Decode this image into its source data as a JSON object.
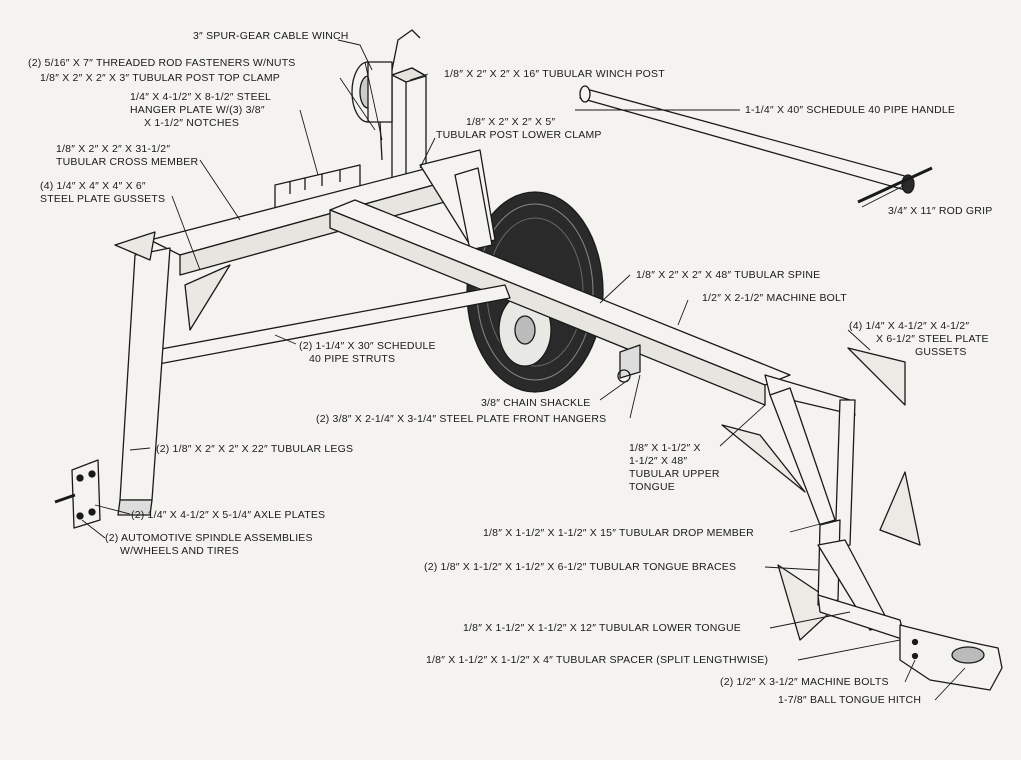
{
  "labels": {
    "cable_winch": "3″ SPUR-GEAR CABLE WINCH",
    "threaded_rod": "(2) 5/16″ X 7″ THREADED ROD FASTENERS W/NUTS",
    "top_clamp": "1/8″ X 2″ X 2″ X 3″ TUBULAR POST TOP CLAMP",
    "winch_post": "1/8″ X 2″ X 2″ X 16″ TUBULAR WINCH POST",
    "hanger_plate_1": "1/4″ X 4-1/2″ X 8-1/2″ STEEL",
    "hanger_plate_2": "HANGER PLATE W/(3) 3/8″",
    "hanger_plate_3": "X 1-1/2″ NOTCHES",
    "pipe_handle": "1-1/4″ X 40″ SCHEDULE 40 PIPE HANDLE",
    "lower_clamp_1": "1/8″ X 2″ X 2″ X 5″",
    "lower_clamp_2": "TUBULAR POST LOWER CLAMP",
    "cross_member_1": "1/8″ X 2″ X 2″ X 31-1/2″",
    "cross_member_2": "TUBULAR CROSS MEMBER",
    "gussets_rear_1": "(4) 1/4″ X 4″ X 4″ X 6″",
    "gussets_rear_2": "STEEL PLATE GUSSETS",
    "rod_grip": "3/4″ X 11″ ROD GRIP",
    "spine": "1/8″ X 2″ X 2″ X 48″ TUBULAR SPINE",
    "machine_bolt": "1/2″ X 2-1/2″ MACHINE BOLT",
    "gussets_front_1": "(4) 1/4″ X 4-1/2″ X 4-1/2″",
    "gussets_front_2": "X 6-1/2″ STEEL PLATE",
    "gussets_front_3": "GUSSETS",
    "pipe_struts_1": "(2) 1-1/4″ X 30″ SCHEDULE",
    "pipe_struts_2": "40 PIPE STRUTS",
    "chain_shackle": "3/8″ CHAIN SHACKLE",
    "front_hangers": "(2) 3/8″ X 2-1/4″ X 3-1/4″ STEEL PLATE FRONT HANGERS",
    "upper_tongue_1": "1/8″ X 1-1/2″ X",
    "upper_tongue_2": "1-1/2″ X 48″",
    "upper_tongue_3": "TUBULAR UPPER",
    "upper_tongue_4": "TONGUE",
    "tubular_legs": "(2) 1/8″ X 2″ X 2″ X 22″ TUBULAR LEGS",
    "axle_plates": "(2) 1/4″ X 4-1/2″ X 5-1/4″ AXLE PLATES",
    "spindle_1": "(2) AUTOMOTIVE SPINDLE ASSEMBLIES",
    "spindle_2": "W/WHEELS AND TIRES",
    "drop_member": "1/8″ X 1-1/2″ X 1-1/2″ X 15″ TUBULAR DROP MEMBER",
    "tongue_braces": "(2) 1/8″ X 1-1/2″ X 1-1/2″ X 6-1/2″ TUBULAR TONGUE BRACES",
    "lower_tongue": "1/8″ X 1-1/2″ X 1-1/2″ X 12″ TUBULAR LOWER TONGUE",
    "spacer": "1/8″ X 1-1/2″ X 1-1/2″ X 4″ TUBULAR SPACER (SPLIT LENGTHWISE)",
    "machine_bolts": "(2) 1/2″ X 3-1/2″ MACHINE BOLTS",
    "ball_hitch": "1-7/8″ BALL TONGUE HITCH"
  },
  "colors": {
    "ink": "#1a1a1a",
    "paper": "#f4f3ef",
    "tire": "#2a2a2a"
  }
}
